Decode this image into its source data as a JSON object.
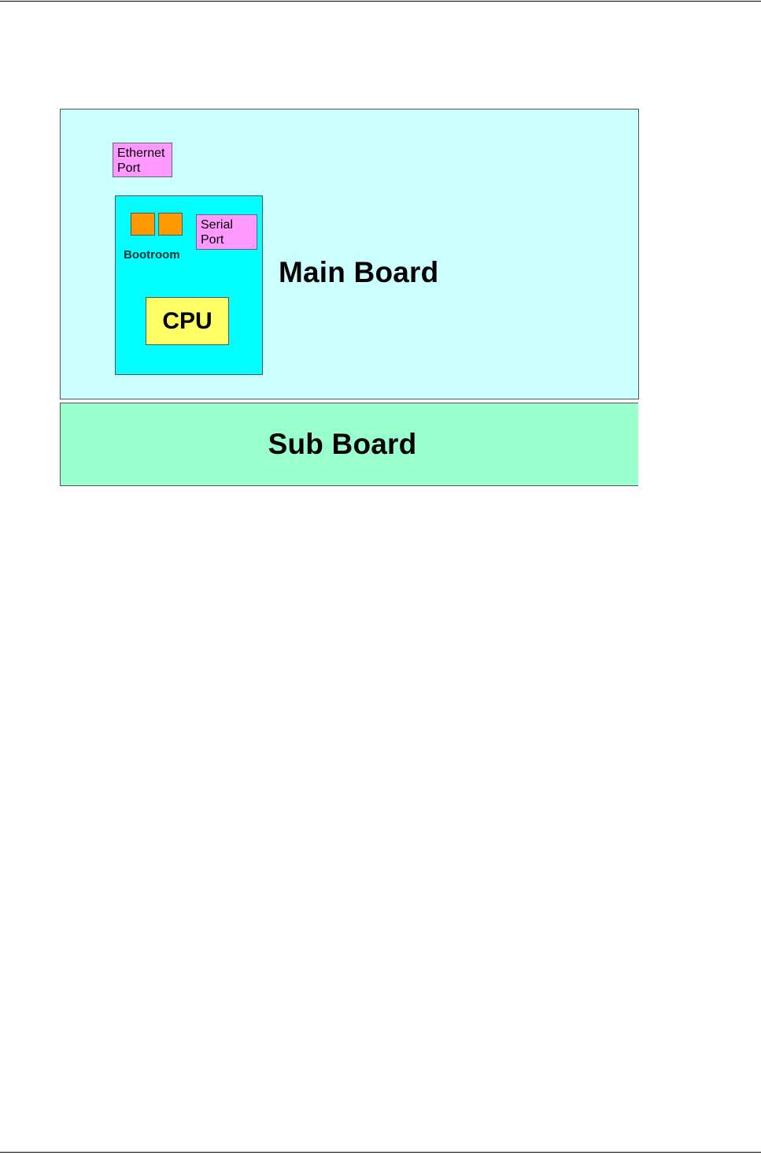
{
  "main_board": {
    "label": "Main Board",
    "color": "#ccffff"
  },
  "sub_board": {
    "label": "Sub Board",
    "color": "#99ffcc"
  },
  "ethernet_port": {
    "lines": [
      "Ethernet",
      "Port"
    ],
    "color": "#ff99ff"
  },
  "soc": {
    "color": "#00ffff",
    "bootroom_label": "Bootroom",
    "rom_chip_color": "#ff9900",
    "serial_port": {
      "lines": [
        "Serial",
        "Port"
      ],
      "color": "#ff99ff"
    },
    "cpu_label": "CPU",
    "cpu_color": "#ffff66"
  }
}
